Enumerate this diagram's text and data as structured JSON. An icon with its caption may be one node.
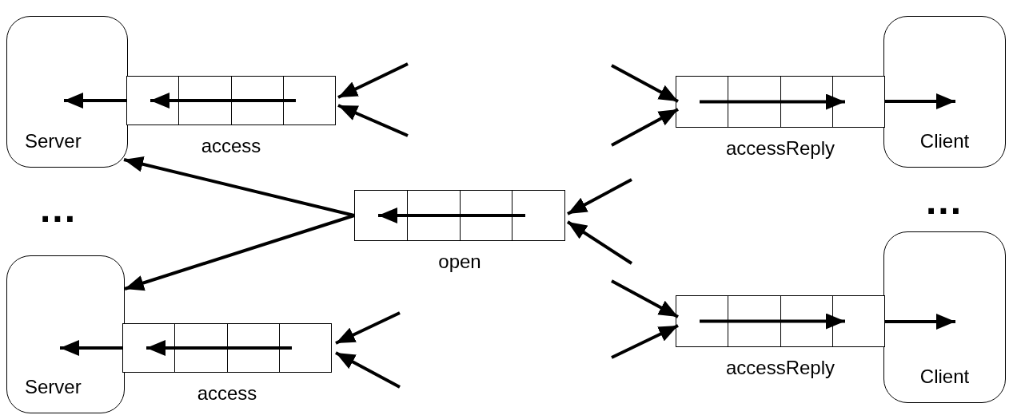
{
  "diagram": {
    "nodes": [
      {
        "text": [
          "Server"
        ]
      },
      {
        "text": [
          "access"
        ]
      },
      {
        "text": [
          "Client"
        ]
      },
      {
        "text": [
          "accessReply"
        ]
      },
      {
        "text": [
          "open"
        ]
      },
      {
        "text": [
          "Server"
        ]
      },
      {
        "text": [
          "access"
        ]
      },
      {
        "text": [
          "Client"
        ]
      },
      {
        "text": [
          "accessReply"
        ]
      }
    ],
    "edges": [
      {
        "from": 1,
        "to": 0,
        "arrow": "to"
      },
      {
        "from": null,
        "to": 1,
        "arrow": "to"
      },
      {
        "from": null,
        "to": 1,
        "arrow": "to"
      },
      {
        "from": 4,
        "to": 0,
        "arrow": "to"
      },
      {
        "from": 4,
        "to": 5,
        "arrow": "to"
      },
      {
        "from": null,
        "to": 4,
        "arrow": "to"
      },
      {
        "from": null,
        "to": 4,
        "arrow": "to"
      },
      {
        "from": 6,
        "to": 5,
        "arrow": "to"
      },
      {
        "from": null,
        "to": 6,
        "arrow": "to"
      },
      {
        "from": null,
        "to": 6,
        "arrow": "to"
      },
      {
        "from": null,
        "to": 3,
        "arrow": "to"
      },
      {
        "from": null,
        "to": 3,
        "arrow": "to"
      },
      {
        "from": 3,
        "to": 2,
        "arrow": "to"
      },
      {
        "from": null,
        "to": 8,
        "arrow": "to"
      },
      {
        "from": null,
        "to": 8,
        "arrow": "to"
      },
      {
        "from": 8,
        "to": 7,
        "arrow": "to"
      }
    ],
    "labels": [
      "...",
      "..."
    ]
  }
}
